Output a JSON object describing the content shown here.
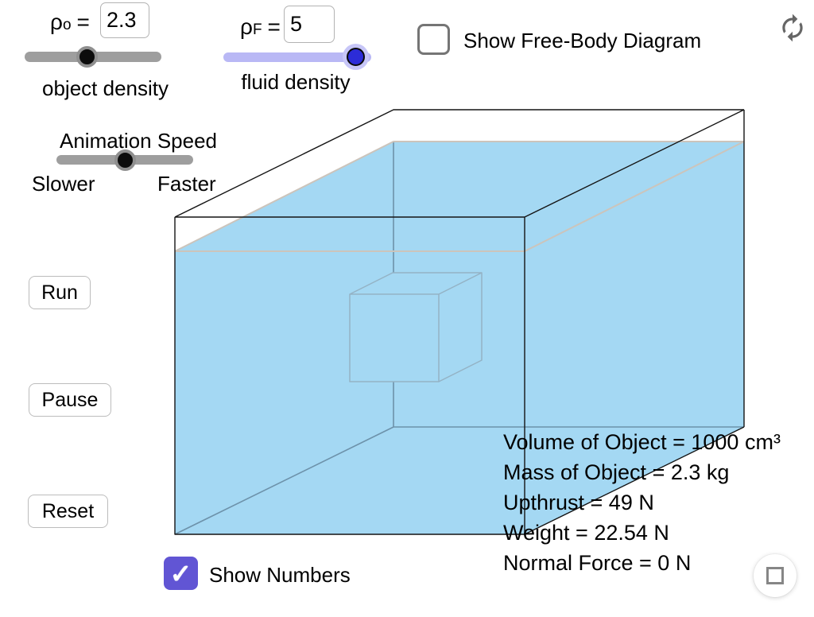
{
  "colors": {
    "water": "#a4d8f3",
    "water_line": "#ccc4bb",
    "tank_edge": "#141414",
    "interior_edge": "#6d92aa",
    "cube_edge": "#94b2c5",
    "checkbox_purple": "#6155d4",
    "slider_gray": "#9e9e9e",
    "slider_lavender": "#b9b8f5",
    "knob_blue": "#2c2cd8"
  },
  "density_controls": {
    "object": {
      "symbol": "ρ",
      "sub": "o",
      "eq": "=",
      "value": "2.3",
      "caption": "object density"
    },
    "fluid": {
      "symbol": "ρ",
      "sub": "F",
      "eq": "=",
      "value": "5",
      "caption": "fluid density"
    }
  },
  "animation": {
    "title": "Animation Speed",
    "slower": "Slower",
    "faster": "Faster"
  },
  "buttons": {
    "run": "Run",
    "pause": "Pause",
    "reset": "Reset"
  },
  "checkboxes": {
    "free_body": {
      "label": "Show Free-Body Diagram",
      "checked": false
    },
    "numbers": {
      "label": "Show Numbers",
      "checked": true,
      "checkmark": "✓"
    }
  },
  "readout": {
    "lines": [
      "Volume of Object = 1000 cm³",
      "Mass of Object = 2.3 kg",
      "Upthrust = 49 N",
      "Weight = 22.54 N",
      "Normal Force = 0 N"
    ]
  },
  "icons": {
    "refresh": "circular-arrows",
    "fullscreen": "corner-brackets"
  }
}
